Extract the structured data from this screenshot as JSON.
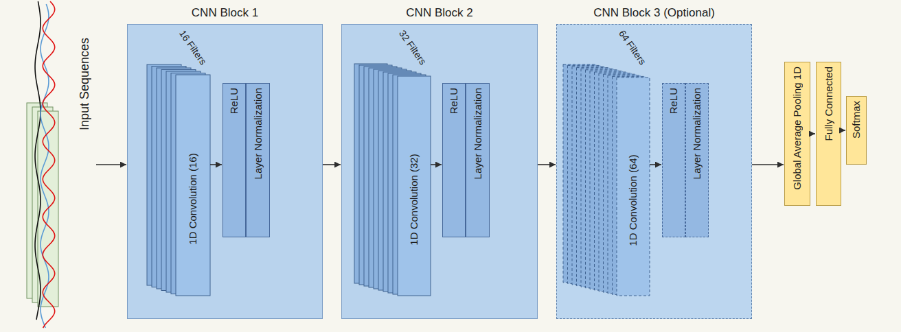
{
  "diagram": {
    "nodes": [
      {
        "text": [
          "Input Sequences"
        ]
      },
      {
        "text": [
          "CNN Block 1"
        ]
      },
      {
        "text": [
          "16 Filters",
          "1D Convolution (16)"
        ],
        "in": 1
      },
      {
        "text": [
          "ReLU"
        ],
        "in": 1
      },
      {
        "text": [
          "Layer Normalization"
        ],
        "in": 1
      },
      {
        "text": [
          "CNN Block 2"
        ]
      },
      {
        "text": [
          "32 Filters",
          "1D Convolution (32)"
        ],
        "in": 5
      },
      {
        "text": [
          "ReLU"
        ],
        "in": 5
      },
      {
        "text": [
          "Layer Normalization"
        ],
        "in": 5
      },
      {
        "text": [
          "CNN Block 3 (Optional)"
        ]
      },
      {
        "text": [
          "64 Filters",
          "1D Convolution (64)"
        ],
        "in": 9
      },
      {
        "text": [
          "ReLU"
        ],
        "in": 9
      },
      {
        "text": [
          "Layer Normalization"
        ],
        "in": 9
      },
      {
        "text": [
          "Global Average Pooling 1D"
        ]
      },
      {
        "text": [
          "Fully Connected"
        ]
      },
      {
        "text": [
          "Softmax"
        ]
      }
    ],
    "edges": [
      {
        "from": 0,
        "to": 1,
        "arrow": "to"
      },
      {
        "from": 2,
        "to": 3,
        "arrow": "to"
      },
      {
        "from": 1,
        "to": 5,
        "arrow": "to"
      },
      {
        "from": 6,
        "to": 7,
        "arrow": "to"
      },
      {
        "from": 5,
        "to": 9,
        "arrow": "to"
      },
      {
        "from": 10,
        "to": 11,
        "arrow": "to"
      },
      {
        "from": 9,
        "to": 13,
        "arrow": "to"
      },
      {
        "from": 13,
        "to": 14,
        "arrow": "to"
      },
      {
        "from": 14,
        "to": 15,
        "arrow": "to"
      }
    ]
  }
}
